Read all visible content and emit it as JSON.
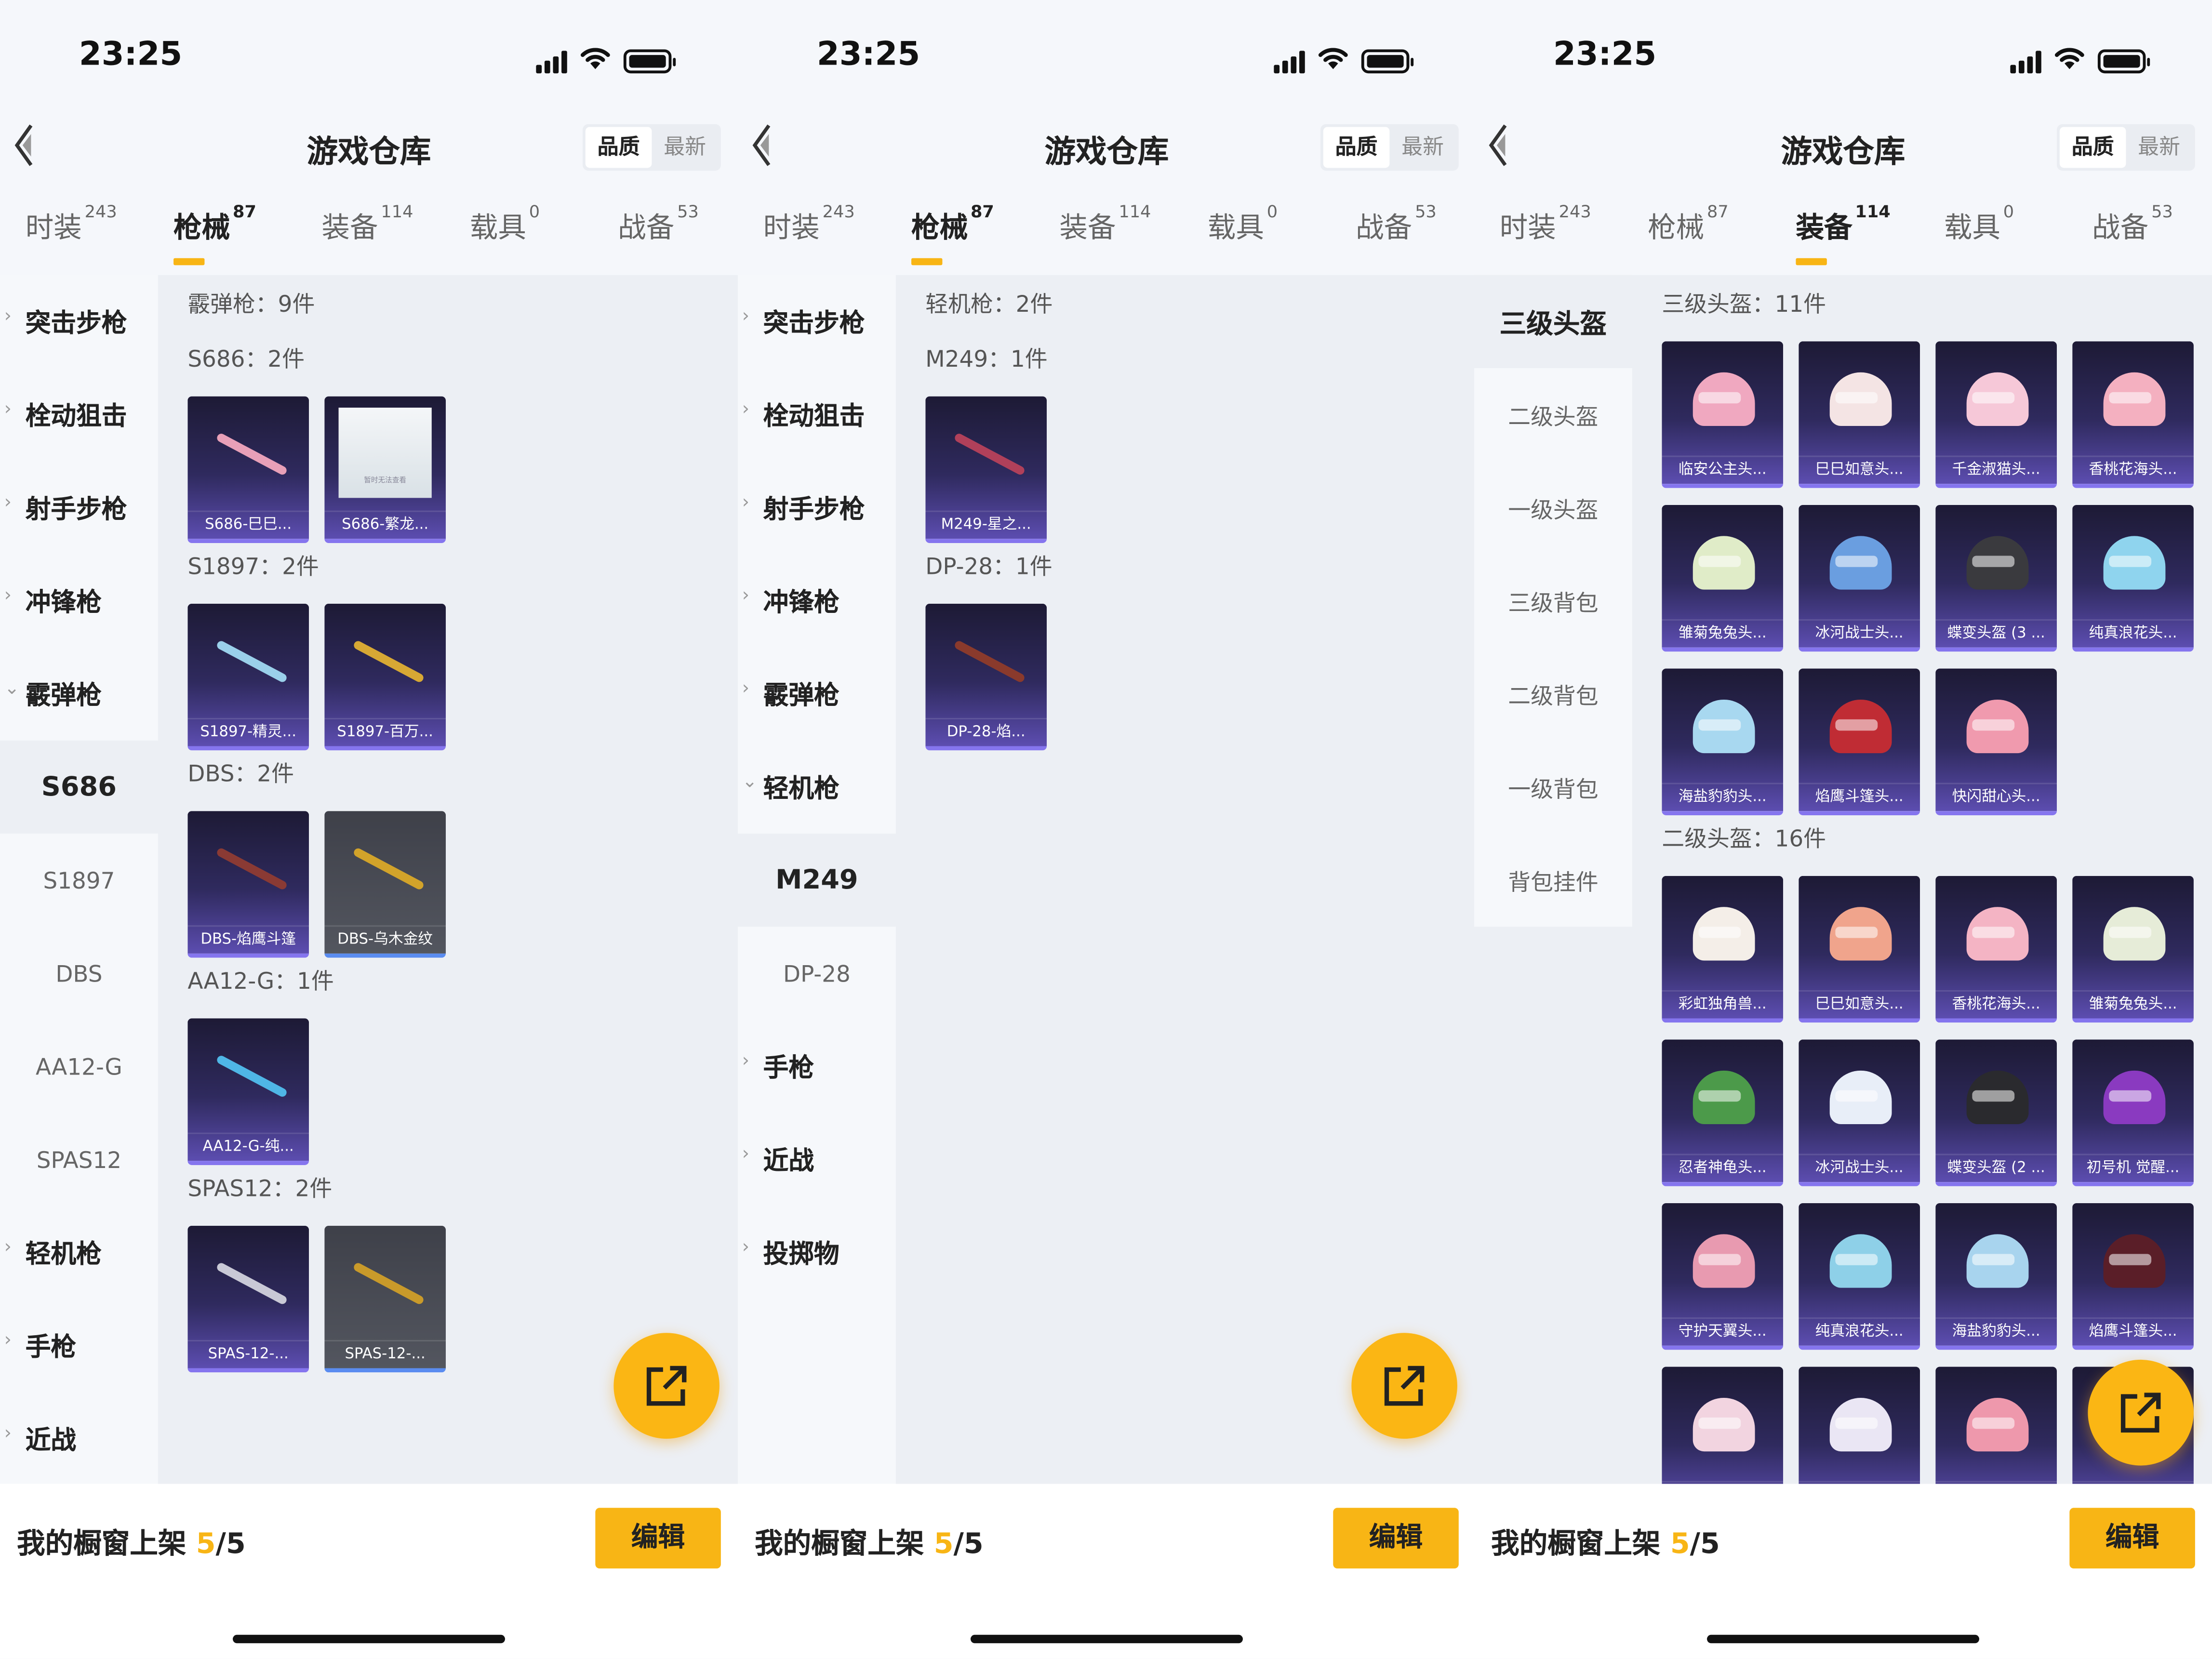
{
  "colors": {
    "accent": "#f8b515",
    "card_purple": "#5c4db0",
    "card_gray": "#53565f"
  },
  "panels": [
    {
      "status": {
        "time": "23:25"
      },
      "header": {
        "title": "游戏仓库",
        "back_icon": "chevron-left-icon",
        "sort": [
          "品质",
          "最新"
        ],
        "sort_active": 0
      },
      "tabs": [
        {
          "label": "时装",
          "count": "243"
        },
        {
          "label": "枪械",
          "count": "87"
        },
        {
          "label": "装备",
          "count": "114"
        },
        {
          "label": "载具",
          "count": "0"
        },
        {
          "label": "战备",
          "count": "53"
        }
      ],
      "active_tab": 1,
      "sidebar": [
        {
          "label": "突击步枪",
          "chev": "›"
        },
        {
          "label": "栓动狙击",
          "chev": "›"
        },
        {
          "label": "射手步枪",
          "chev": "›"
        },
        {
          "label": "冲锋枪",
          "chev": "›"
        },
        {
          "label": "霰弹枪",
          "chev": "⌄"
        },
        {
          "label": "S686",
          "type": "sel"
        },
        {
          "label": "S1897",
          "type": "sub"
        },
        {
          "label": "DBS",
          "type": "sub"
        },
        {
          "label": "AA12-G",
          "type": "sub"
        },
        {
          "label": "SPAS12",
          "type": "sub"
        },
        {
          "label": "轻机枪",
          "chev": "›"
        },
        {
          "label": "手枪",
          "chev": "›"
        },
        {
          "label": "近战",
          "chev": "›"
        }
      ],
      "content": {
        "heading": "霰弹枪：9件",
        "groups": [
          {
            "title": "S686：2件",
            "items": [
              {
                "label": "S686-巳巳...",
                "kind": "gun",
                "color": "#e8a0b8"
              },
              {
                "label": "S686-繁龙...",
                "kind": "placeholder",
                "placeholder_text": "暂时无法查看"
              }
            ]
          },
          {
            "title": "S1897：2件",
            "items": [
              {
                "label": "S1897-精灵...",
                "kind": "gun",
                "color": "#9ad0ea"
              },
              {
                "label": "S1897-百万...",
                "kind": "gun",
                "color": "#d7a834"
              }
            ]
          },
          {
            "title": "DBS：2件",
            "items": [
              {
                "label": "DBS-焰鹰斗篷",
                "kind": "gun",
                "color": "#8a3a34"
              },
              {
                "label": "DBS-乌木金纹",
                "kind": "gun",
                "color": "#d2a32a",
                "tone": "gray"
              }
            ]
          },
          {
            "title": "AA12-G：1件",
            "items": [
              {
                "label": "AA12-G-纯...",
                "kind": "gun",
                "color": "#4fb6e6"
              }
            ]
          },
          {
            "title": "SPAS12：2件",
            "items": [
              {
                "label": "SPAS-12-...",
                "kind": "gun",
                "color": "#c9c9d6"
              },
              {
                "label": "SPAS-12-...",
                "kind": "gun",
                "color": "#c99a2a",
                "tone": "gray"
              }
            ]
          }
        ]
      },
      "footer": {
        "text": "我的橱窗上架 ",
        "count": "5",
        "total": "/5",
        "edit": "编辑"
      },
      "fab_icon": "share-external-icon"
    },
    {
      "status": {
        "time": "23:25"
      },
      "header": {
        "title": "游戏仓库",
        "back_icon": "chevron-left-icon",
        "sort": [
          "品质",
          "最新"
        ],
        "sort_active": 0
      },
      "tabs": [
        {
          "label": "时装",
          "count": "243"
        },
        {
          "label": "枪械",
          "count": "87"
        },
        {
          "label": "装备",
          "count": "114"
        },
        {
          "label": "载具",
          "count": "0"
        },
        {
          "label": "战备",
          "count": "53"
        }
      ],
      "active_tab": 1,
      "sidebar": [
        {
          "label": "突击步枪",
          "chev": "›"
        },
        {
          "label": "栓动狙击",
          "chev": "›"
        },
        {
          "label": "射手步枪",
          "chev": "›"
        },
        {
          "label": "冲锋枪",
          "chev": "›"
        },
        {
          "label": "霰弹枪",
          "chev": "›"
        },
        {
          "label": "轻机枪",
          "chev": "⌄"
        },
        {
          "label": "M249",
          "type": "sel"
        },
        {
          "label": "DP-28",
          "type": "sub"
        },
        {
          "label": "手枪",
          "chev": "›"
        },
        {
          "label": "近战",
          "chev": "›"
        },
        {
          "label": "投掷物",
          "chev": "›"
        }
      ],
      "content": {
        "heading": "轻机枪：2件",
        "groups": [
          {
            "title": "M249：1件",
            "items": [
              {
                "label": "M249-星之...",
                "kind": "gun",
                "color": "#b0405a"
              }
            ]
          },
          {
            "title": "DP-28：1件",
            "items": [
              {
                "label": "DP-28-焰...",
                "kind": "gun",
                "color": "#8a3a2c"
              }
            ]
          }
        ]
      },
      "footer": {
        "text": "我的橱窗上架 ",
        "count": "5",
        "total": "/5",
        "edit": "编辑"
      },
      "fab_icon": "share-external-icon"
    },
    {
      "status": {
        "time": "23:25"
      },
      "header": {
        "title": "游戏仓库",
        "back_icon": "chevron-left-icon",
        "sort": [
          "品质",
          "最新"
        ],
        "sort_active": 0
      },
      "tabs": [
        {
          "label": "时装",
          "count": "243"
        },
        {
          "label": "枪械",
          "count": "87"
        },
        {
          "label": "装备",
          "count": "114"
        },
        {
          "label": "载具",
          "count": "0"
        },
        {
          "label": "战备",
          "count": "53"
        }
      ],
      "active_tab": 2,
      "sidebar": [
        {
          "label": "三级头盔",
          "type": "sel"
        },
        {
          "label": "二级头盔",
          "type": "sub"
        },
        {
          "label": "一级头盔",
          "type": "sub"
        },
        {
          "label": "三级背包",
          "type": "sub"
        },
        {
          "label": "二级背包",
          "type": "sub"
        },
        {
          "label": "一级背包",
          "type": "sub"
        },
        {
          "label": "背包挂件",
          "type": "sub"
        }
      ],
      "content": {
        "heading": "",
        "groups": [
          {
            "title": "三级头盔：11件",
            "items": [
              {
                "label": "临安公主头...",
                "kind": "helmet",
                "color": "#f0a8c0"
              },
              {
                "label": "巳巳如意头...",
                "kind": "helmet",
                "color": "#f4e4e4"
              },
              {
                "label": "千金淑猫头...",
                "kind": "helmet",
                "color": "#f6c8d8"
              },
              {
                "label": "香桃花海头...",
                "kind": "helmet",
                "color": "#f4b0c0"
              },
              {
                "label": "雏菊兔兔头...",
                "kind": "helmet",
                "color": "#e0ecc8"
              },
              {
                "label": "冰河战士头...",
                "kind": "helmet",
                "color": "#6a9ee0"
              },
              {
                "label": "蝶变头盔 (3 ...",
                "kind": "helmet",
                "color": "#3a3a3e"
              },
              {
                "label": "纯真浪花头...",
                "kind": "helmet",
                "color": "#8fd4ee"
              },
              {
                "label": "海盐豹豹头...",
                "kind": "helmet",
                "color": "#a8d8f0"
              },
              {
                "label": "焰鹰斗篷头...",
                "kind": "helmet",
                "color": "#c02c34"
              },
              {
                "label": "快闪甜心头...",
                "kind": "helmet",
                "color": "#f09aae"
              }
            ]
          },
          {
            "title": "二级头盔：16件",
            "items": [
              {
                "label": "彩虹独角兽...",
                "kind": "helmet",
                "color": "#f4eee8"
              },
              {
                "label": "巳巳如意头...",
                "kind": "helmet",
                "color": "#f0a48c"
              },
              {
                "label": "香桃花海头...",
                "kind": "helmet",
                "color": "#f4b4c4"
              },
              {
                "label": "雏菊兔兔头...",
                "kind": "helmet",
                "color": "#e6ecd8"
              },
              {
                "label": "忍者神龟头...",
                "kind": "helmet",
                "color": "#4c9a4a"
              },
              {
                "label": "冰河战士头...",
                "kind": "helmet",
                "color": "#e8eef8"
              },
              {
                "label": "蝶变头盔 (2 ...",
                "kind": "helmet",
                "color": "#2a2a2e"
              },
              {
                "label": "初号机 觉醒...",
                "kind": "helmet",
                "color": "#8a3ac0"
              },
              {
                "label": "守护天翼头...",
                "kind": "helmet",
                "color": "#e89ab0"
              },
              {
                "label": "纯真浪花头...",
                "kind": "helmet",
                "color": "#8ed0e8"
              },
              {
                "label": "海盐豹豹头...",
                "kind": "helmet",
                "color": "#a8d4ee"
              },
              {
                "label": "焰鹰斗篷头...",
                "kind": "helmet",
                "color": "#5a1e28"
              },
              {
                "label": "",
                "kind": "helmet",
                "color": "#f2d4e0"
              },
              {
                "label": "",
                "kind": "helmet",
                "color": "#eae6f4"
              },
              {
                "label": "",
                "kind": "helmet",
                "color": "#ee98ac"
              },
              {
                "label": "",
                "kind": "helmet",
                "color": "#f0e4d0"
              }
            ]
          }
        ]
      },
      "footer": {
        "text": "我的橱窗上架 ",
        "count": "5",
        "total": "/5",
        "edit": "编辑"
      },
      "fab_icon": "share-external-icon"
    }
  ]
}
